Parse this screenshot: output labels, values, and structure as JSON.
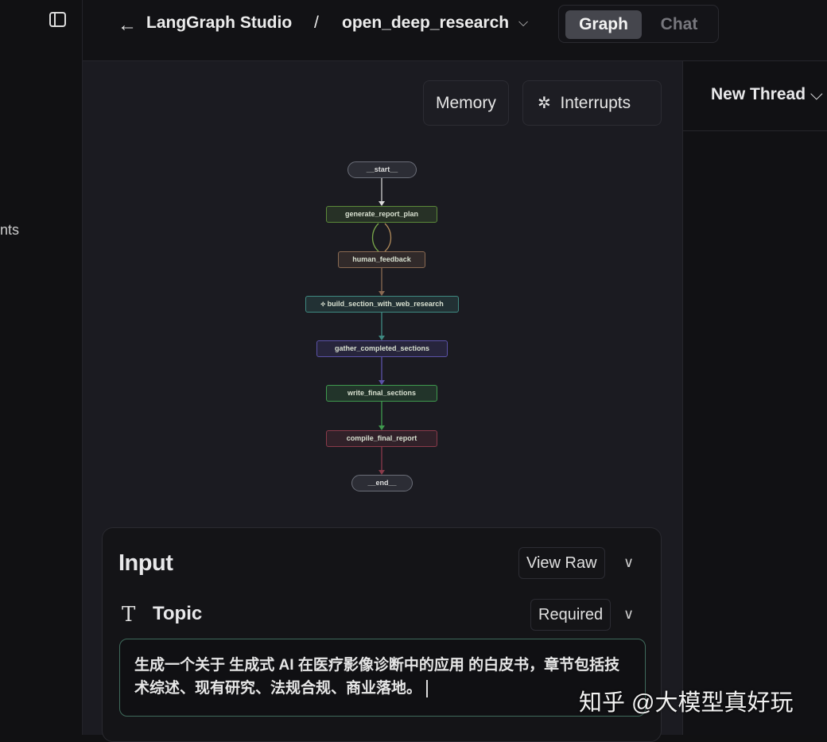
{
  "sidebar": {
    "partial_label": "nts"
  },
  "header": {
    "back_icon": "arrow-left-icon",
    "app_title": "LangGraph Studio",
    "separator": "/",
    "graph_name": "open_deep_research",
    "tabs": [
      {
        "label": "Graph",
        "active": true
      },
      {
        "label": "Chat",
        "active": false
      }
    ]
  },
  "graph": {
    "memory_label": "Memory",
    "interrupts_label": "Interrupts",
    "nodes": [
      {
        "label": "__start__",
        "color": "#6b6e78"
      },
      {
        "label": "generate_report_plan",
        "color": "#5c8a3a"
      },
      {
        "label": "human_feedback",
        "color": "#8a6a52"
      },
      {
        "label": "build_section_with_web_research",
        "color": "#3f8a82"
      },
      {
        "label": "gather_completed_sections",
        "color": "#5b52a8"
      },
      {
        "label": "write_final_sections",
        "color": "#3f9a4e"
      },
      {
        "label": "compile_final_report",
        "color": "#8a3a4a"
      },
      {
        "label": "__end__",
        "color": "#6b6e78"
      }
    ]
  },
  "thread": {
    "title": "New Thread"
  },
  "input": {
    "title": "Input",
    "view_raw": "View Raw",
    "field_label": "Topic",
    "required": "Required",
    "value": "生成一个关于 生成式 AI 在医疗影像诊断中的应用 的白皮书，章节包括技术综述、现有研究、法规合规、商业落地。"
  },
  "watermark": "知乎 @大模型真好玩"
}
